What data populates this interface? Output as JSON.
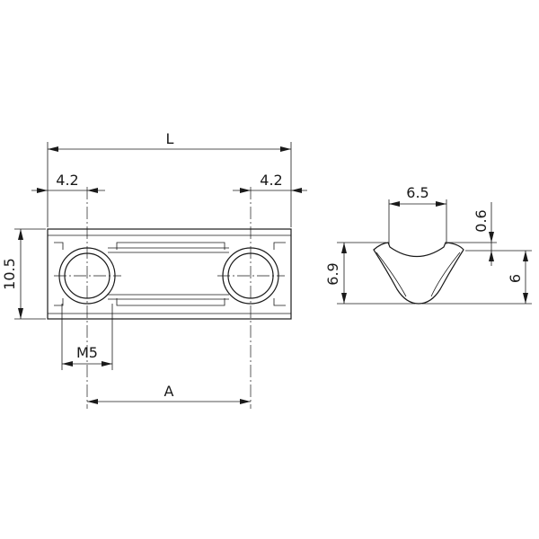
{
  "dimensions": {
    "length": "L",
    "left_offset": "4.2",
    "right_offset": "4.2",
    "height": "10.5",
    "thread": "M5",
    "hole_spacing": "A",
    "profile_top_width": "6.5",
    "profile_step": "0.6",
    "profile_total_height": "6.9",
    "profile_body_height": "6"
  }
}
